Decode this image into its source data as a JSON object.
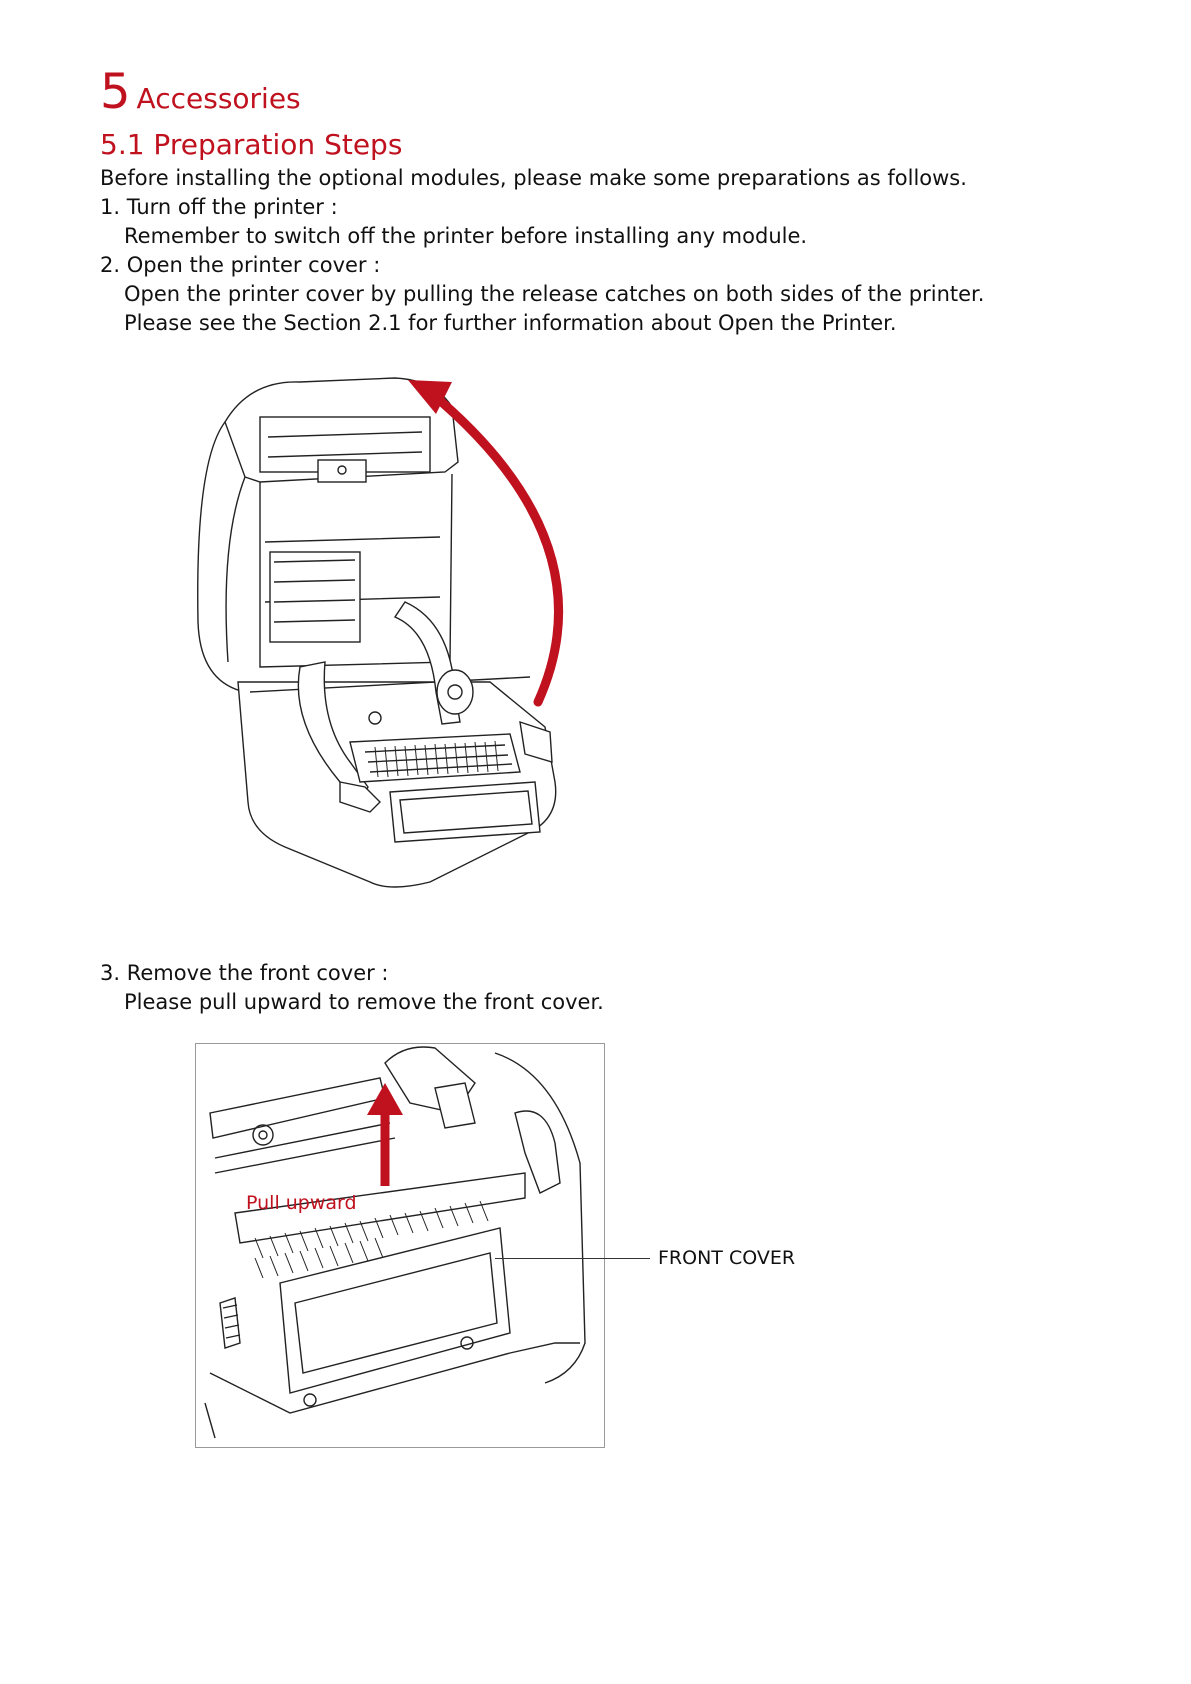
{
  "chapter": {
    "number": "5",
    "title": "Accessories"
  },
  "section": {
    "title": "5.1 Preparation Steps"
  },
  "intro": "Before installing the optional modules, please make some preparations as follows.",
  "steps": [
    {
      "heading": "1. Turn off the printer :",
      "lines": [
        "Remember to switch off the printer before installing any module."
      ]
    },
    {
      "heading": "2. Open the printer cover :",
      "lines": [
        "Open the printer cover by pulling the release catches on both sides of the printer.",
        "Please see the Section 2.1 for further information about Open the Printer."
      ]
    },
    {
      "heading": "3. Remove the front cover :",
      "lines": [
        "Please pull upward to remove the front cover."
      ]
    }
  ],
  "figure2": {
    "pull_label": "Pull upward",
    "callout": "FRONT COVER"
  },
  "colors": {
    "accent": "#c0111f"
  }
}
